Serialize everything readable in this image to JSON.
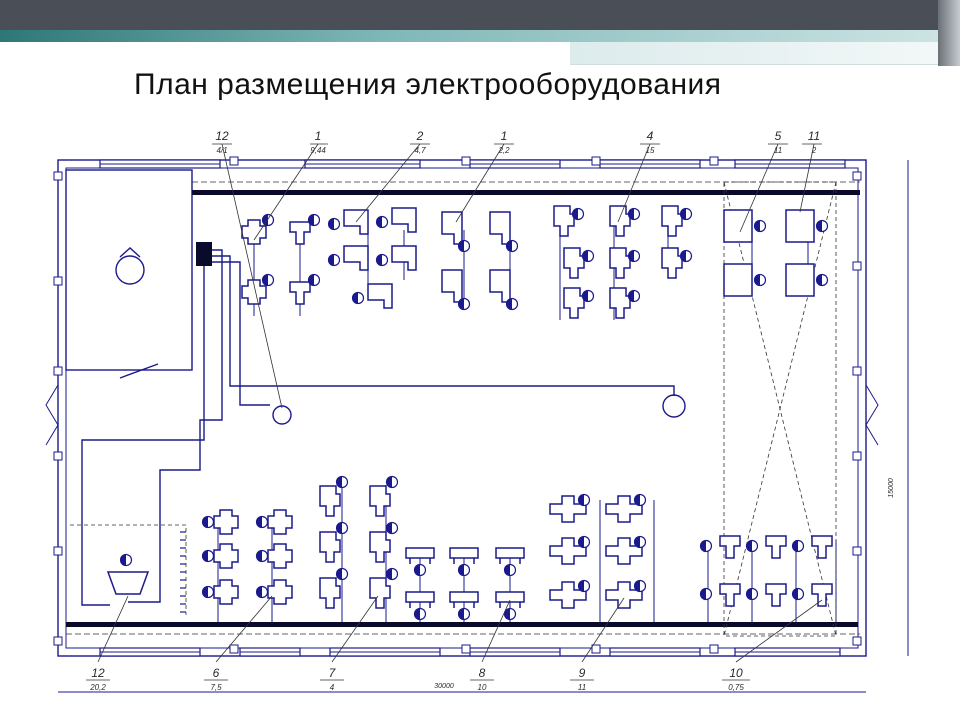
{
  "slide": {
    "title": "План размещения электрооборудования"
  },
  "diagram": {
    "colors": {
      "line": "#1a1a8c",
      "bus": "#0a0a2a",
      "wall": "#1a1a8c",
      "text": "#2a2a2a"
    },
    "top_callouts": [
      {
        "number": "12",
        "sub": "4/1"
      },
      {
        "number": "1",
        "sub": "9,44"
      },
      {
        "number": "2",
        "sub": "4,7"
      },
      {
        "number": "1",
        "sub": "2,2"
      },
      {
        "number": "4",
        "sub": "15"
      },
      {
        "number": "5",
        "sub": "11"
      },
      {
        "number": "11",
        "sub": "2"
      }
    ],
    "bottom_callouts": [
      {
        "number": "12",
        "sub": "20,2"
      },
      {
        "number": "6",
        "sub": "7,5"
      },
      {
        "number": "7",
        "sub": "4"
      },
      {
        "number": "8",
        "sub": "10"
      },
      {
        "number": "9",
        "sub": "11"
      },
      {
        "number": "10",
        "sub": "0,75"
      }
    ],
    "dimensions": {
      "length": "30000",
      "width": "15000"
    }
  }
}
